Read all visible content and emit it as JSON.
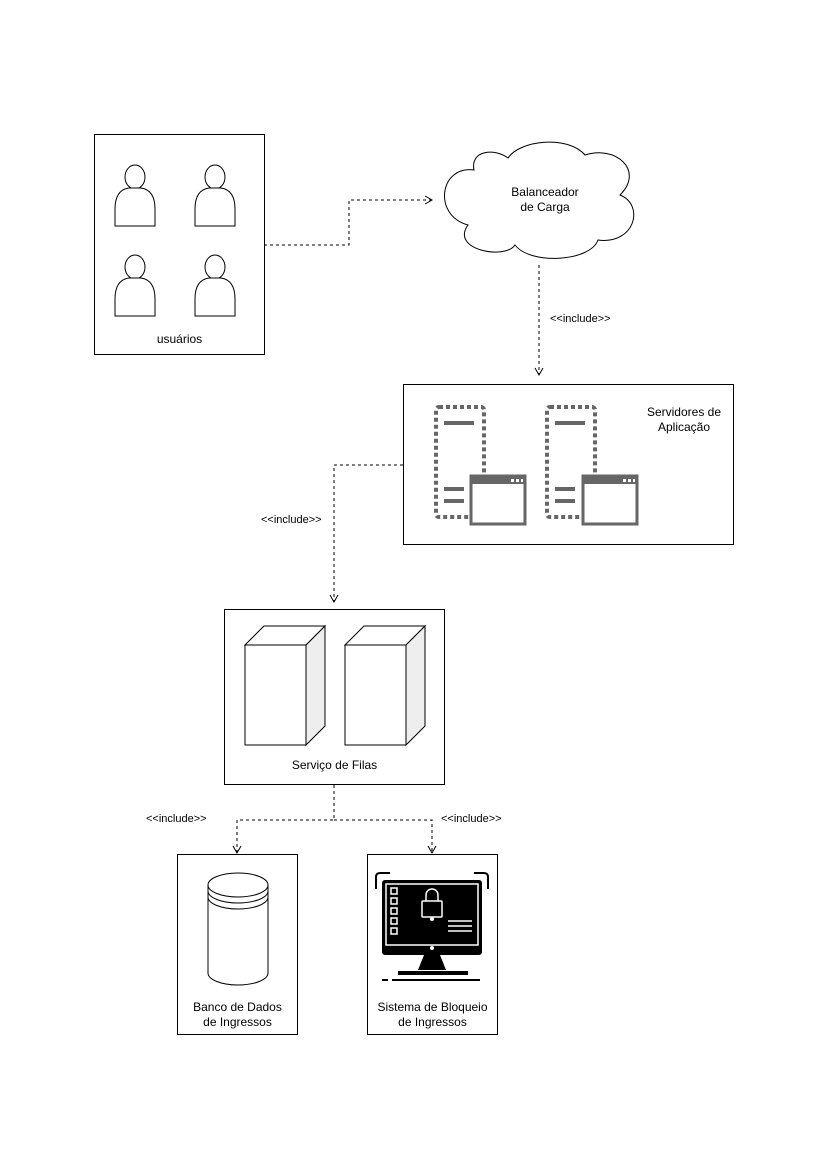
{
  "nodes": {
    "users": {
      "label": "usuários",
      "icon": "user-icon"
    },
    "load_balancer": {
      "line1": "Balanceador",
      "line2": "de Carga",
      "icon": "cloud-icon"
    },
    "app_servers": {
      "line1": "Servidores de",
      "line2": "Aplicação",
      "icon": "server-icon"
    },
    "queue_service": {
      "label": "Serviço de Filas",
      "icon": "server-block-icon"
    },
    "database": {
      "line1": "Banco de Dados",
      "line2": "de Ingressos",
      "icon": "database-icon"
    },
    "lock_system": {
      "line1": "Sistema de Bloqueio",
      "line2": "de Ingressos",
      "icon": "locked-monitor-icon"
    }
  },
  "edges": {
    "lb_to_app": "<<include>>",
    "app_to_queue": "<<include>>",
    "queue_to_db": "<<include>>",
    "queue_to_lock": "<<include>>"
  },
  "colors": {
    "line": "#000000",
    "server_gray": "#666666",
    "block_side": "#eeeeee"
  }
}
